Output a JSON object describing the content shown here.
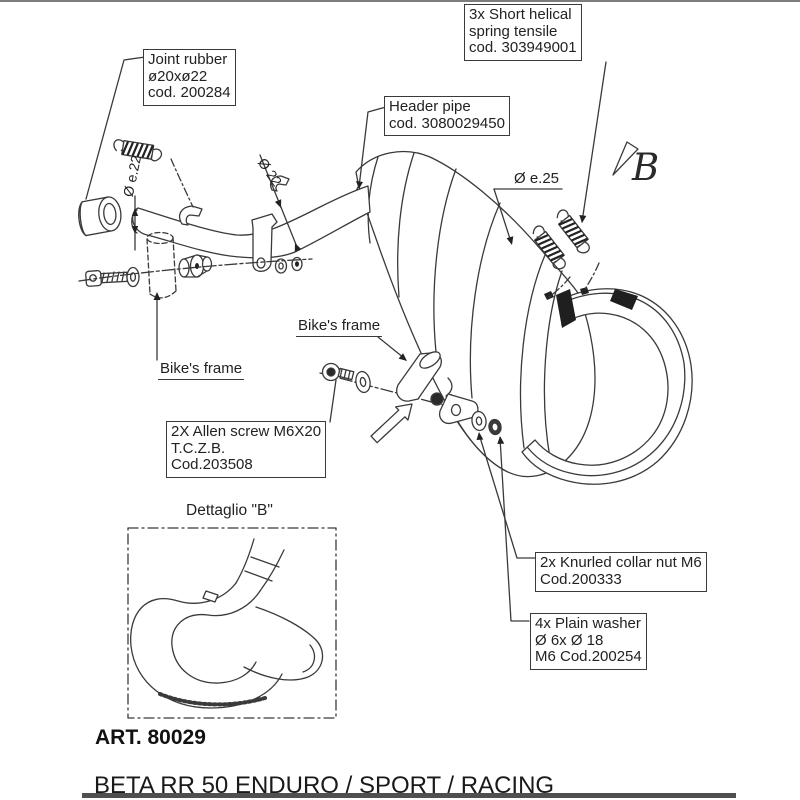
{
  "labels": {
    "joint_rubber": [
      "Joint rubber",
      "ø20xø22",
      "cod. 200284"
    ],
    "helical_spring": [
      "3x Short helical",
      "spring tensile",
      "cod. 303949001"
    ],
    "header_pipe": [
      "Header pipe",
      "cod. 3080029450"
    ],
    "allen_screw": [
      "2X Allen screw M6X20",
      "T.C.Z.B.",
      "Cod.203508"
    ],
    "knurled_nut": [
      "2x Knurled collar nut M6",
      "Cod.200333"
    ],
    "plain_washer": [
      "4x Plain washer",
      "Ø 6x Ø 18",
      "M6 Cod.200254"
    ],
    "bikes_frame_left": "Bike's frame",
    "bikes_frame_center": "Bike's frame"
  },
  "dimensions": {
    "pipe_end": "Ø e.22",
    "pipe": "Ø 22",
    "outlet": "Ø e.25"
  },
  "detail": {
    "marker": "B",
    "title": "Dettaglio \"B\""
  },
  "footer": {
    "art_number": "ART. 80029",
    "model_line": "BETA RR 50 ENDURO / SPORT / RACING"
  },
  "colors": {
    "line": "#3a3a3a",
    "text": "#1c1c1c",
    "dark_fill": "#222222",
    "footer_bar": "#4f4f4f"
  }
}
